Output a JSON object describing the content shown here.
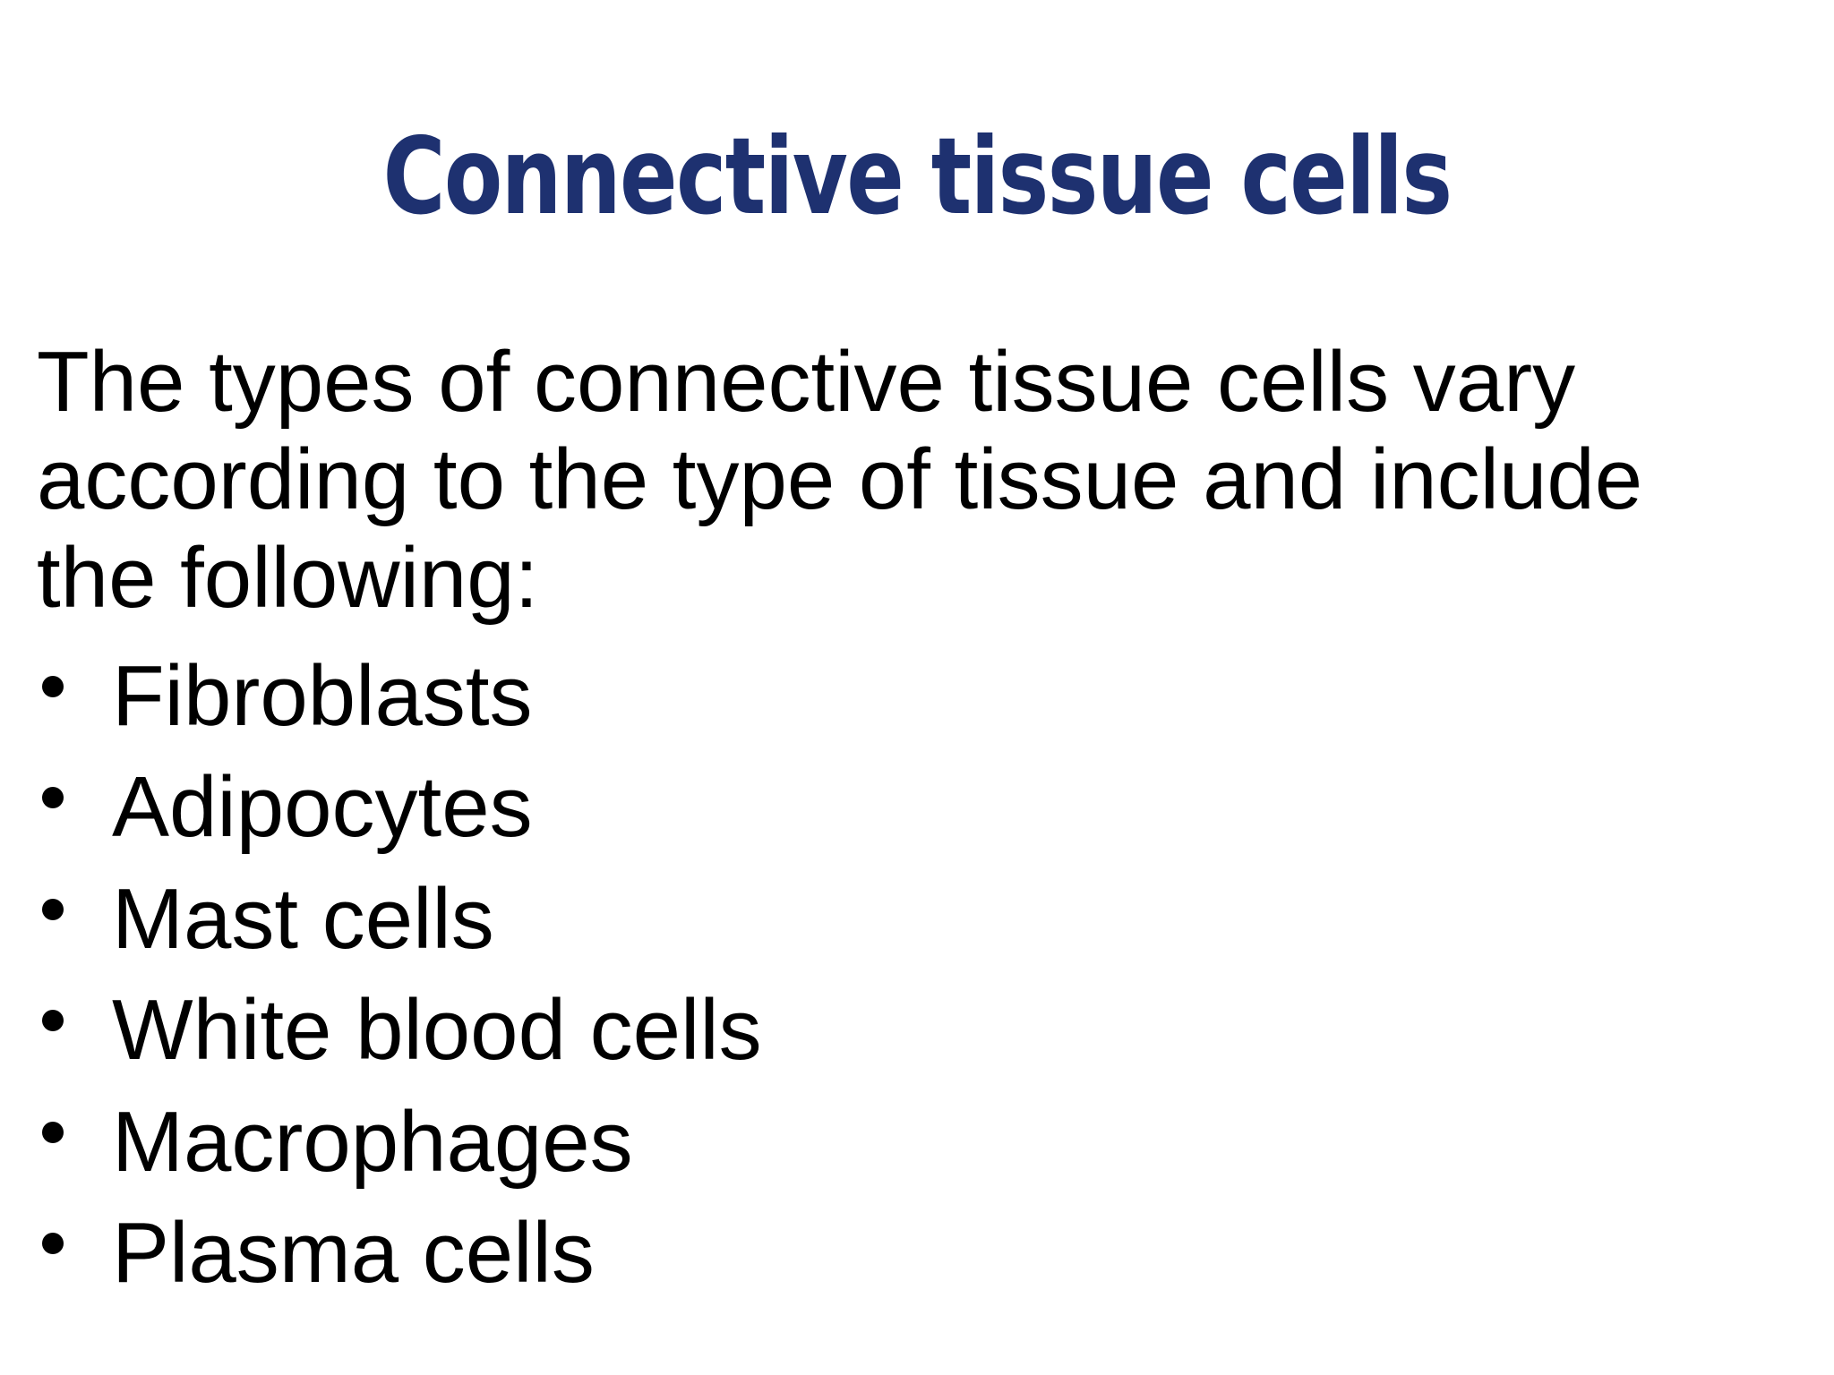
{
  "slide": {
    "title": "Connective tissue cells",
    "paragraph_lines": [
      "The types of connective tissue cells vary",
      "according to the type of tissue and include",
      "the following:"
    ],
    "bullets": [
      "Fibroblasts",
      "Adipocytes",
      "Mast cells",
      "White blood cells",
      "Macrophages",
      "Plasma cells"
    ],
    "colors": {
      "background": "#ffffff",
      "title": "#1e3170",
      "body_text": "#000000"
    }
  }
}
